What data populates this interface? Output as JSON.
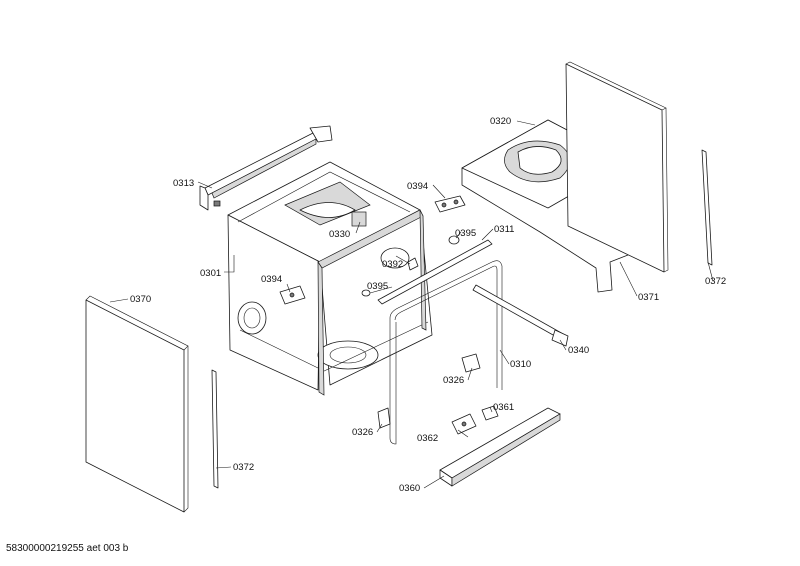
{
  "callouts": {
    "c0313": "0313",
    "c0301": "0301",
    "c0330": "0330",
    "c0394a": "0394",
    "c0394b": "0394",
    "c0395a": "0395",
    "c0395b": "0395",
    "c0392": "0392",
    "c0311": "0311",
    "c0320": "0320",
    "c0371": "0371",
    "c0372a": "0372",
    "c0372b": "0372",
    "c0370": "0370",
    "c0340": "0340",
    "c0310": "0310",
    "c0326a": "0326",
    "c0326b": "0326",
    "c0361": "0361",
    "c0362": "0362",
    "c0360": "0360"
  },
  "footer": "58300000219255 aet 003 b"
}
